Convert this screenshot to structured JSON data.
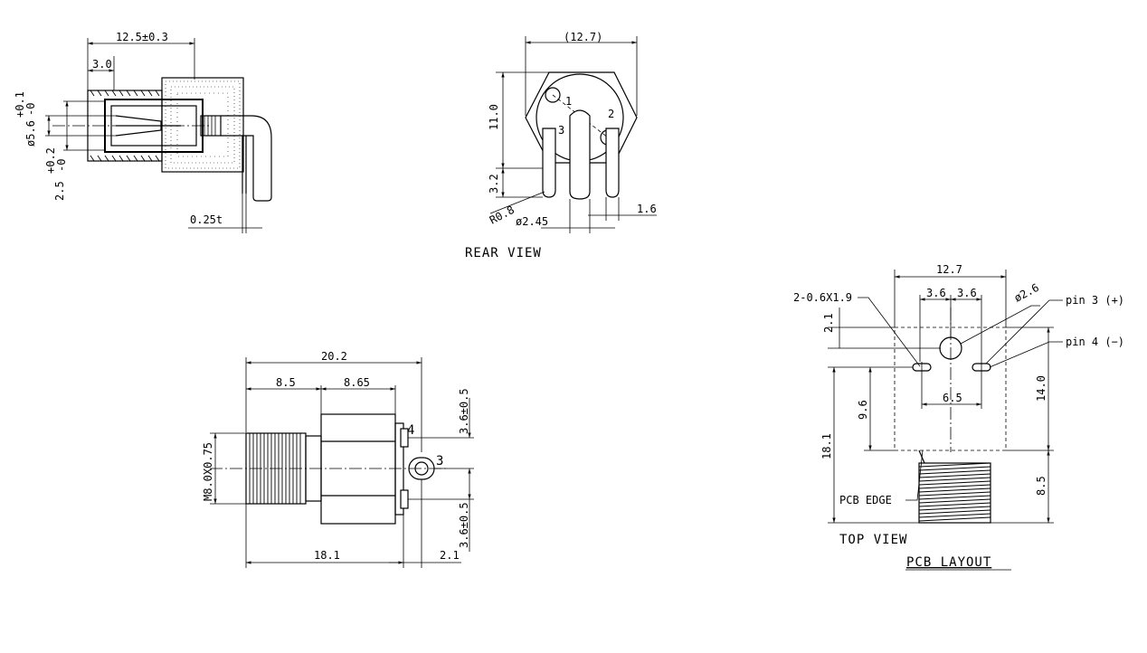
{
  "side_view": {
    "dims": [
      "12.5±0.3",
      "3.0",
      "ø5.6",
      "+0.1",
      "-0",
      "2.5",
      "+0.2",
      "-0",
      "0.25t"
    ]
  },
  "rear_view": {
    "title": "REAR VIEW",
    "dims": [
      "(12.7)",
      "11.0",
      "3.2",
      "R0.8",
      "ø2.45",
      "1.6"
    ],
    "pins": [
      "1",
      "2",
      "3"
    ]
  },
  "front_view": {
    "dims": [
      "20.2",
      "8.5",
      "8.65",
      "M8.0X0.75",
      "3.6±0.5",
      "3.6±0.5",
      "18.1",
      "2.1"
    ],
    "pins": [
      "4",
      "3"
    ]
  },
  "pcb_layout": {
    "title": "PCB LAYOUT",
    "subtitle": "TOP VIEW",
    "dims": [
      "12.7",
      "3.6",
      "3.6",
      "2-0.6X1.9",
      "ø2.6",
      "2.1",
      "9.6",
      "6.5",
      "14.0",
      "18.1",
      "8.5"
    ],
    "callouts": [
      "pin 3 (+)",
      "pin 4 (−)",
      "PCB EDGE"
    ]
  }
}
